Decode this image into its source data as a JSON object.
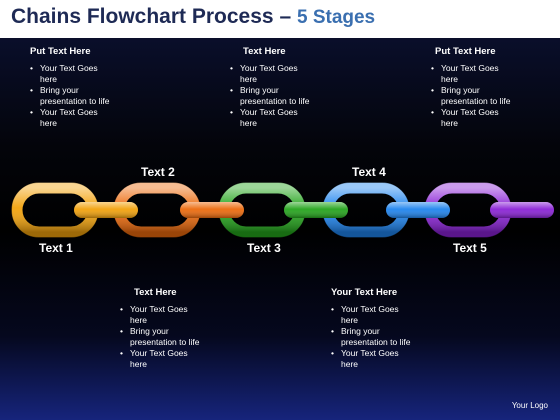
{
  "title": {
    "main": "Chains Flowchart Process",
    "dash": "–",
    "sub": "5 Stages"
  },
  "top_blocks": [
    {
      "heading": "Put Text Here",
      "bullets": [
        "Your Text Goes here",
        "Bring your presentation to life",
        "Your Text Goes here"
      ]
    },
    {
      "heading": "Text Here",
      "bullets": [
        "Your Text Goes here",
        "Bring your presentation to life",
        "Your Text Goes here"
      ]
    },
    {
      "heading": "Put Text Here",
      "bullets": [
        "Your Text Goes here",
        "Bring your presentation to life",
        "Your Text Goes here"
      ]
    }
  ],
  "bottom_blocks": [
    {
      "heading": "Text Here",
      "bullets": [
        "Your Text Goes here",
        "Bring your presentation to life",
        "Your Text Goes here"
      ]
    },
    {
      "heading": "Your Text Here",
      "bullets": [
        "Your Text Goes here",
        "Bring your presentation to life",
        "Your Text Goes here"
      ]
    }
  ],
  "chain_labels": [
    "Text 1",
    "Text 2",
    "Text 3",
    "Text 4",
    "Text 5"
  ],
  "stage_colors": [
    "#f2a20c",
    "#ec6a0c",
    "#24a41c",
    "#1f84ee",
    "#8a22d6"
  ],
  "logo": "Your Logo"
}
